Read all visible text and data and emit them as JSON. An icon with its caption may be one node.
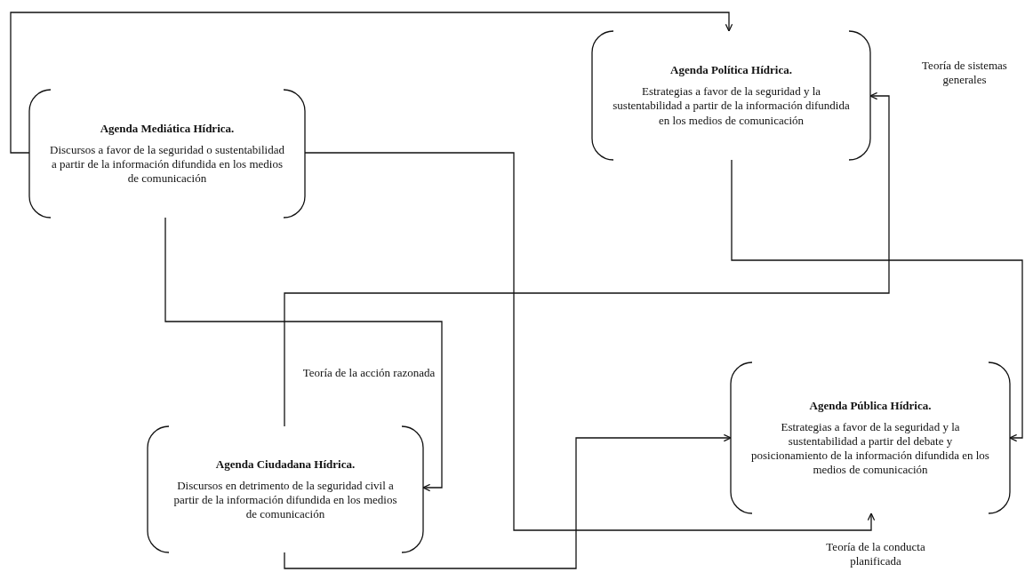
{
  "diagram": {
    "nodes": [
      {
        "text": [
          "Agenda Mediática Hídrica.",
          "Discursos a favor de la seguridad o sustentabilidad a partir de la información difundida en los medios de comunicación"
        ]
      },
      {
        "text": [
          "Agenda Política Hídrica.",
          "Estrategias a favor de la seguridad y la sustentabilidad a partir de la información difundida en los medios de comunicación"
        ]
      },
      {
        "text": [
          "Agenda Ciudadana Hídrica.",
          "Discursos en detrimento de la seguridad civil a partir de la información difundida en los medios de comunicación"
        ]
      },
      {
        "text": [
          "Agenda Pública Hídrica.",
          "Estrategias a favor de la seguridad y la sustentabilidad a partir del debate y posicionamiento de la información difundida en los medios de comunicación"
        ]
      }
    ],
    "edges": [
      {
        "from": 0,
        "to": 1,
        "arrow": "to"
      },
      {
        "from": 0,
        "to": 3,
        "arrow": "to"
      },
      {
        "from": 0,
        "to": 2,
        "arrow": "to"
      },
      {
        "from": 2,
        "to": 1,
        "arrow": "to"
      },
      {
        "from": 1,
        "to": 3,
        "arrow": "to"
      },
      {
        "from": 2,
        "to": 3,
        "arrow": "to"
      }
    ],
    "labels": [
      "Teoría de sistemas generales",
      "Teoría de la acción razonada",
      "Teoría de la conducta planificada"
    ]
  }
}
